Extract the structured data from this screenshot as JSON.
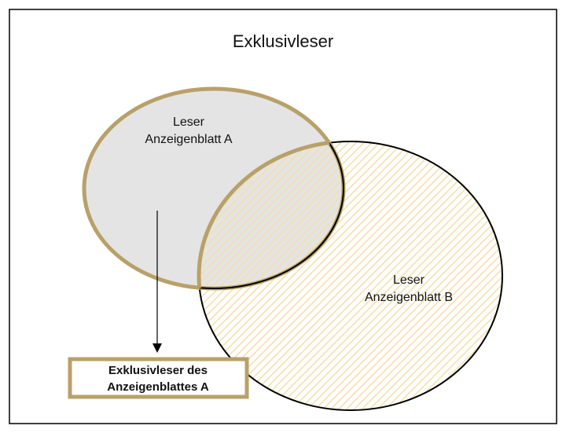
{
  "title": "Exklusivleser",
  "set_a": {
    "line1": "Leser",
    "line2": "Anzeigenblatt A"
  },
  "set_b": {
    "line1": "Leser",
    "line2": "Anzeigenblatt B"
  },
  "result_box": {
    "line1": "Exklusivleser des",
    "line2": "Anzeigenblattes A"
  },
  "colors": {
    "gold": "#b8a169",
    "grey_fill": "#e4e4e4",
    "hatch": "#f5dfa8",
    "stroke_b": "#000000"
  }
}
